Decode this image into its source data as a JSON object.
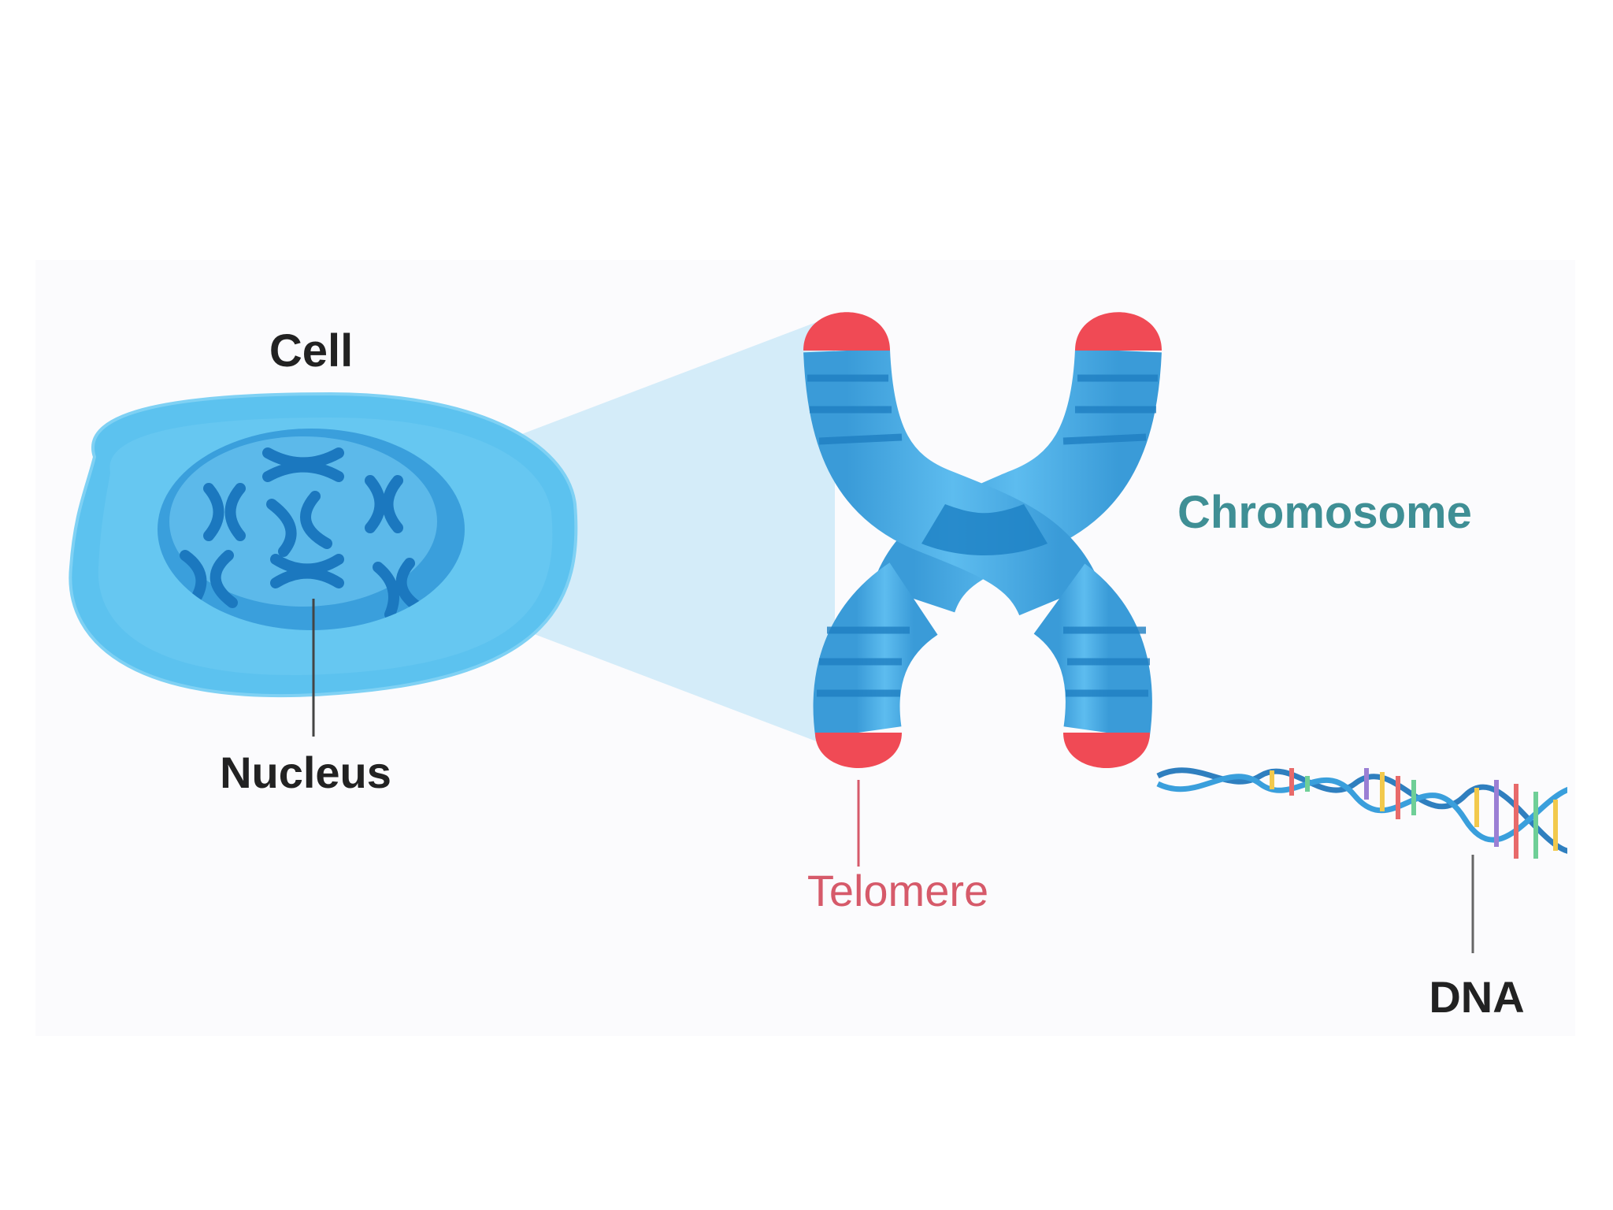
{
  "labels": {
    "cell": "Cell",
    "nucleus": "Nucleus",
    "chromosome": "Chromosome",
    "telomere": "Telomere",
    "dna": "DNA"
  },
  "colors": {
    "cell_outer": "#5ec3ef",
    "cell_inner": "#3aa6e0",
    "nucleus": "#2b8fd1",
    "chromosome_body": "#49aee6",
    "chromosome_band": "#1f7fc2",
    "telomere": "#f04a55",
    "zoom_cone": "#c6e7f8",
    "label_dark": "#222222",
    "label_chromosome": "#3f8f95",
    "label_telomere": "#d65a6a"
  }
}
